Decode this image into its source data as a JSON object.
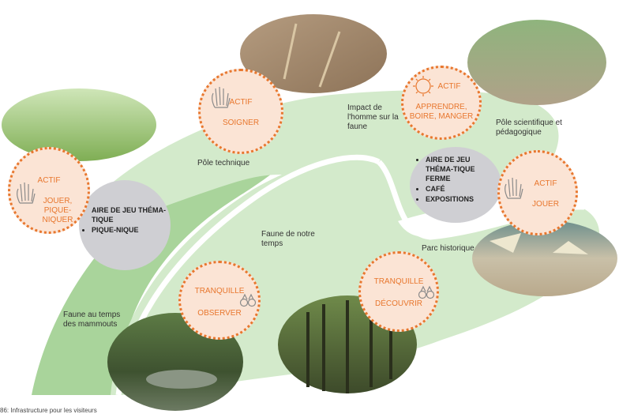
{
  "zones": {
    "faune_mammouts": "Faune au temps des mammouts",
    "faune_notre_temps": "Faune de notre temps",
    "impact": "Impact de l'homme sur la faune",
    "parc_historique": "Parc historique",
    "pole_technique": "Pôle technique",
    "pole_scientifique": "Pôle scientifique et pédagogique"
  },
  "badges": {
    "jouer_left": {
      "top": "ACTIF",
      "bottom": "JOUER, PIQUE-NIQUER"
    },
    "soigner": {
      "top": "ACTIF",
      "bottom": "SOIGNER"
    },
    "apprendre": {
      "top": "ACTIF",
      "bottom": "APPRENDRE, BOIRE, MANGER"
    },
    "jouer_right": {
      "top": "ACTIF",
      "bottom": "JOUER"
    },
    "observer": {
      "top": "TRANQUILLE",
      "bottom": "OBSERVER"
    },
    "decouvrir": {
      "top": "TRANQUILLE",
      "bottom": "DÉCOUVRIR"
    }
  },
  "hubs": {
    "left": [
      "AIRE DE JEU THÉMA-TIQUE",
      "PIQUE-NIQUE"
    ],
    "right": [
      "AIRE DE JEU THÉMA-TIQUE FERME",
      "CAFÉ",
      "EXPOSITIONS"
    ]
  },
  "colors": {
    "accent": "#e8772e",
    "badge_fill": "#fbe4d5",
    "zone_dark": "#a9d49b",
    "zone_light": "#d3eacb",
    "hub": "#cfcfd3"
  },
  "caption": "86: Infrastructure pour les visiteurs"
}
